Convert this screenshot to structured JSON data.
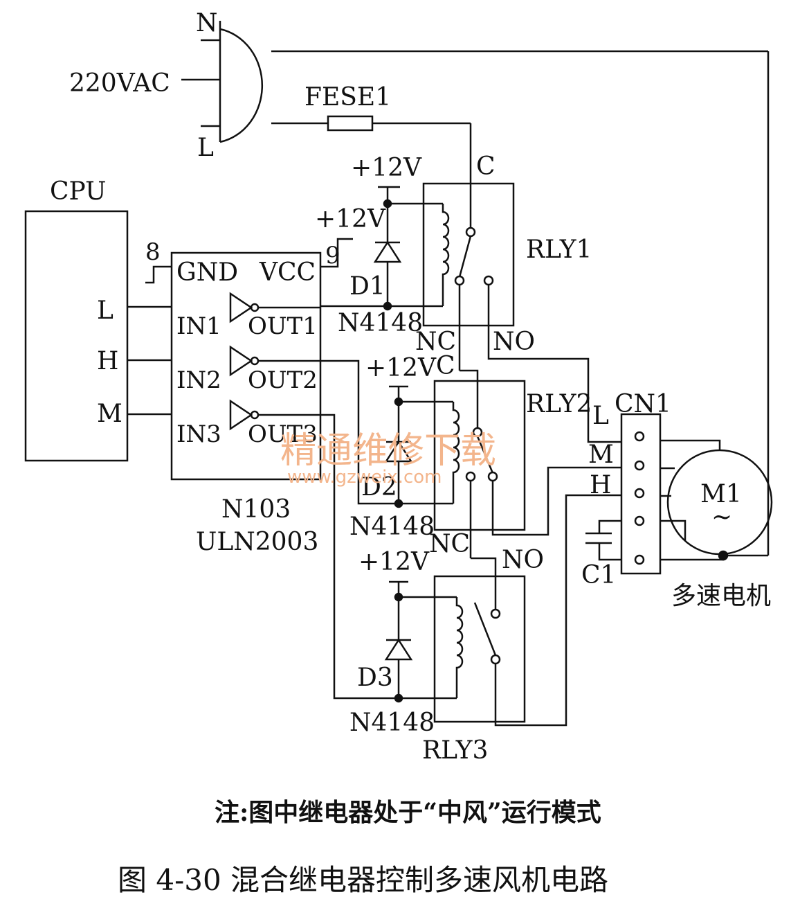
{
  "mains": {
    "n": "N",
    "l": "L",
    "voltage": "220VAC",
    "fuse": "FESE1"
  },
  "cpu": {
    "title": "CPU",
    "pin_l": "L",
    "pin_h": "H",
    "pin_m": "M"
  },
  "driver": {
    "pin_gnd_num": "8",
    "pin_vcc_num": "9",
    "gnd": "GND",
    "vcc": "VCC",
    "in1": "IN1",
    "in2": "IN2",
    "in3": "IN3",
    "out1": "OUT1",
    "out2": "OUT2",
    "out3": "OUT3",
    "ref": "N103",
    "part": "ULN2003"
  },
  "supply": {
    "v1": "+12V",
    "v2": "+12V",
    "v3": "+12V",
    "v4": "+12V"
  },
  "diodes": {
    "d1": "D1",
    "d2": "D2",
    "d3": "D3",
    "p1": "N4148",
    "p2": "N4148",
    "p3": "N4148"
  },
  "relays": {
    "rly1": "RLY1",
    "rly2": "RLY2",
    "rly3": "RLY3",
    "c1": "C",
    "c2": "C",
    "nc1": "NC",
    "nc2": "NC",
    "no1": "NO",
    "no2": "NO"
  },
  "connector": {
    "name": "CN1",
    "l": "L",
    "m": "M",
    "h": "H"
  },
  "motor": {
    "name": "M1",
    "symbol": "~",
    "caption": "多速电机",
    "cap": "C1"
  },
  "watermark": {
    "cn": "精通维修下载",
    "url": "www.gzweix.com"
  },
  "note": "注:图中继电器处于“中风”运行模式",
  "caption": "图 4-30   混合继电器控制多速风机电路"
}
